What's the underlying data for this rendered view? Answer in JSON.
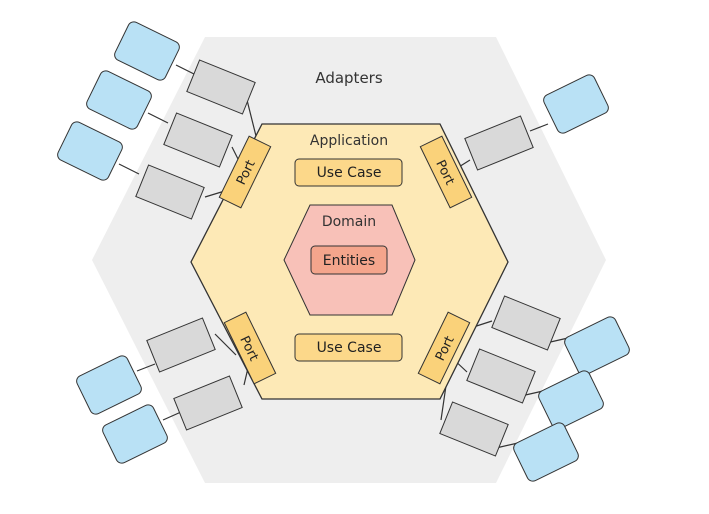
{
  "labels": {
    "adapters": "Adapters",
    "application": "Application",
    "domain": "Domain",
    "entities": "Entities",
    "use_case_top": "Use Case",
    "use_case_bottom": "Use Case",
    "port_top_left": "Port",
    "port_top_right": "Port",
    "port_bottom_left": "Port",
    "port_bottom_right": "Port"
  },
  "colors": {
    "adapters_fill": "#eeeeee",
    "application_fill": "#fde9b6",
    "application_stroke": "#333333",
    "domain_fill": "#f8c1b8",
    "entities_fill": "#f4a58c",
    "use_case_fill": "#fcd88a",
    "port_fill": "#fad27a",
    "adapter_box_fill": "#d9d9d9",
    "external_fill": "#b9e1f5",
    "external_stroke": "#333333"
  }
}
